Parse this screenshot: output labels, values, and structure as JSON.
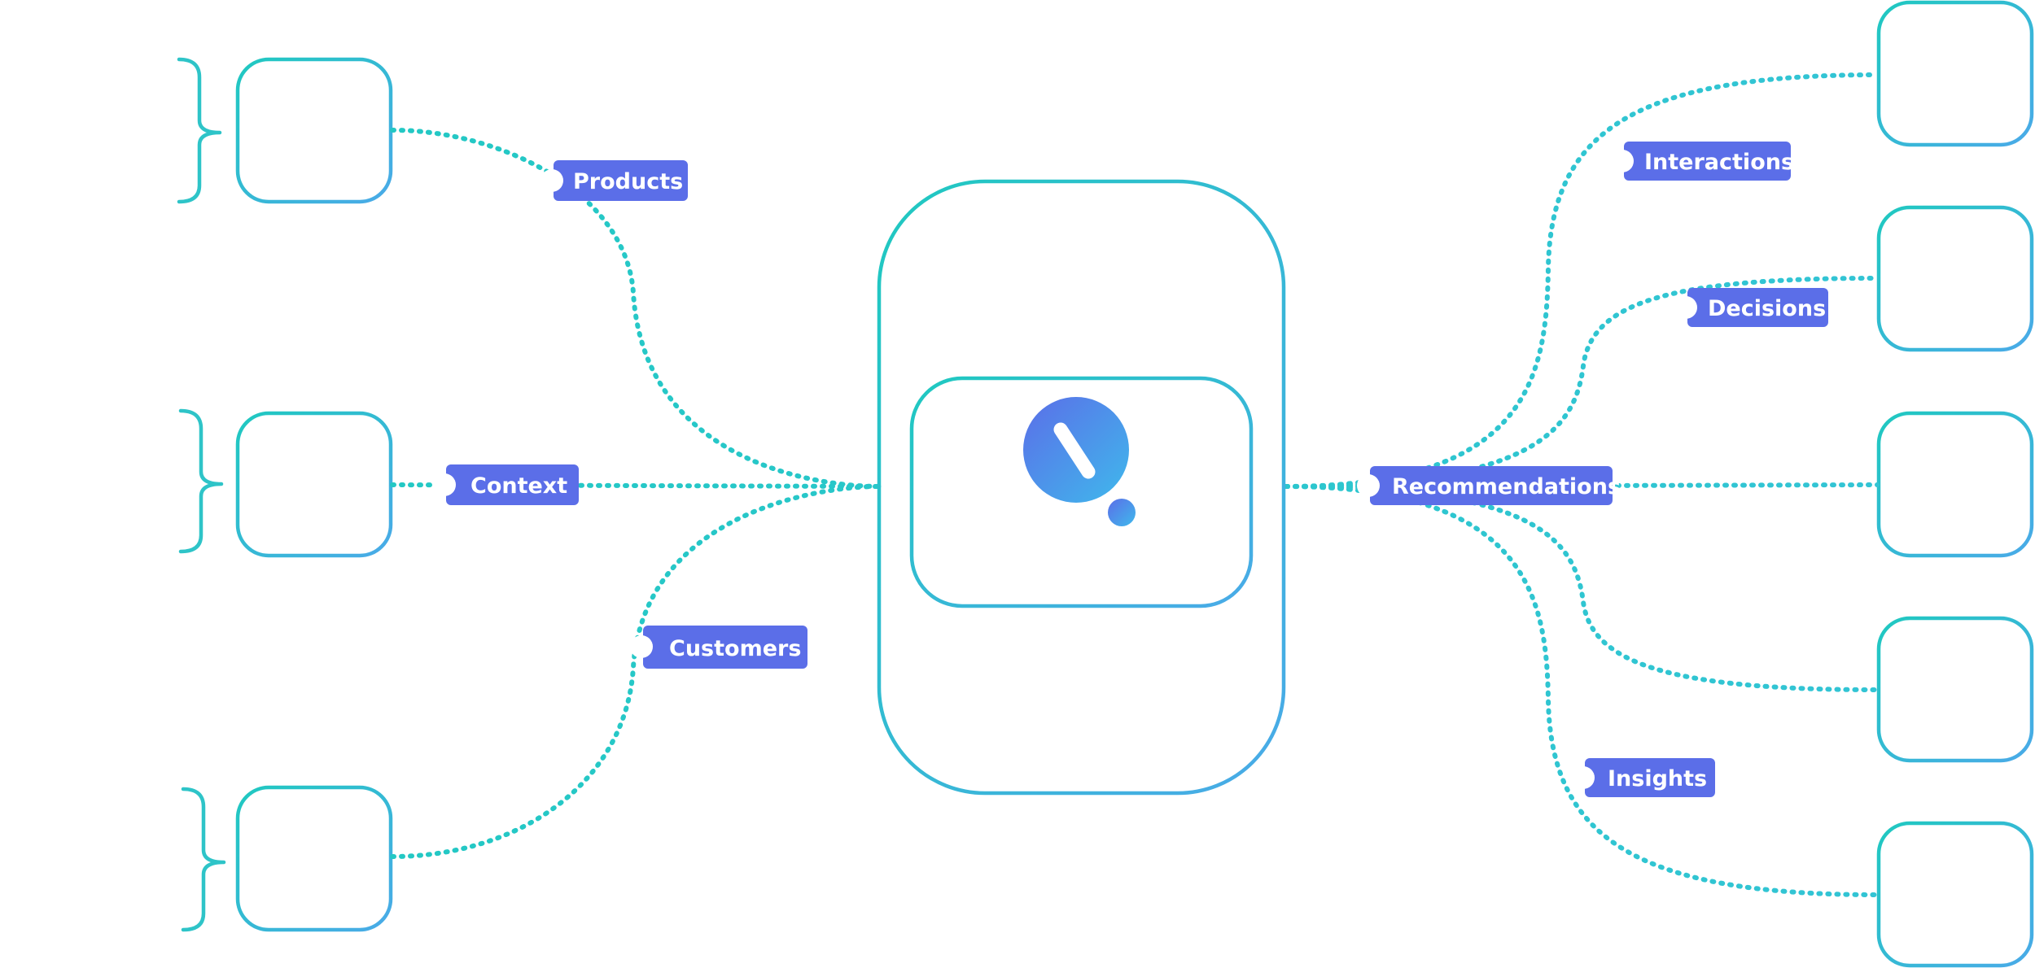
{
  "diagram": {
    "inputs": [
      "Products",
      "Context",
      "Customers"
    ],
    "outputs": [
      "Interactions",
      "Decisions",
      "Recommendations",
      "Insights"
    ],
    "colors": {
      "teal": "#1fc9c0",
      "blue": "#4aaae8",
      "label_fill": "#5b6ee8",
      "label_text": "#ffffff",
      "logo_start": "#5b6ee8",
      "logo_end": "#3fb9ec"
    },
    "logo_icon": "exclamation-logo-icon"
  }
}
